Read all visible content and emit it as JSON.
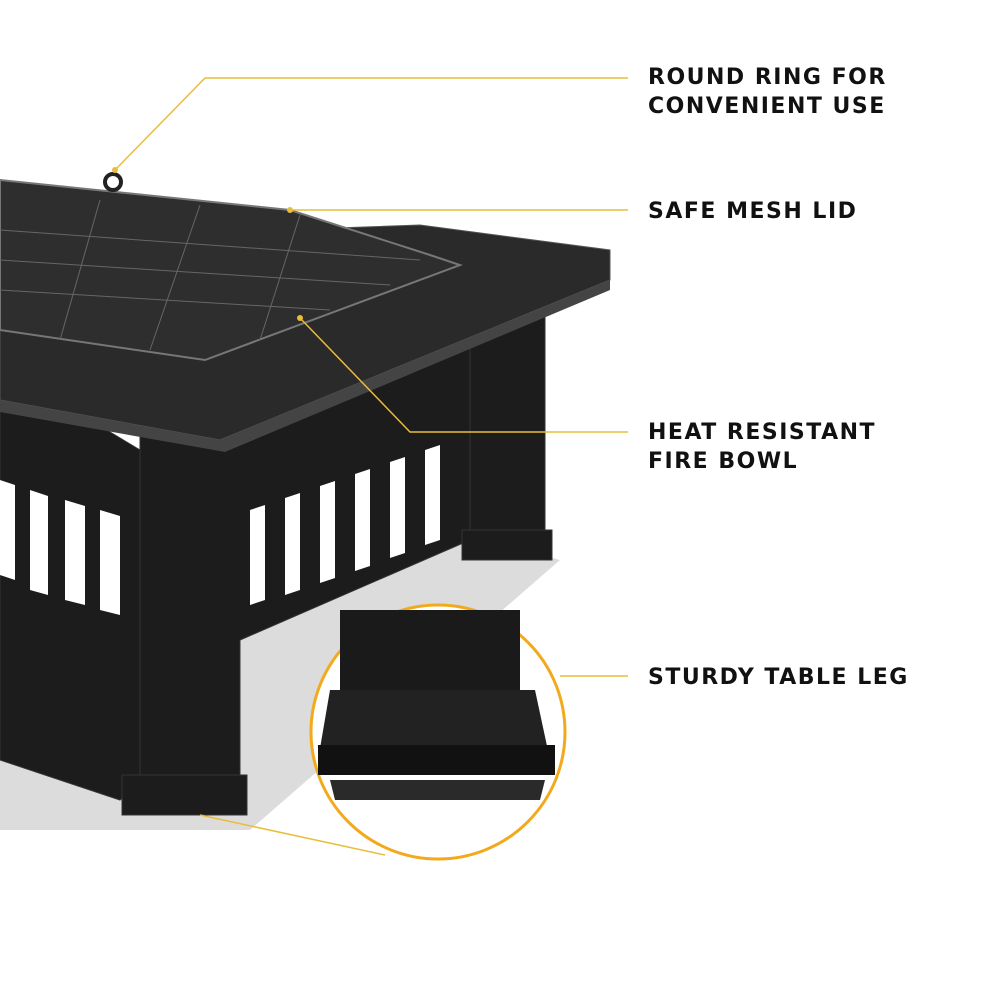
{
  "callouts": [
    {
      "line1": "ROUND RING FOR",
      "line2": "CONVENIENT USE"
    },
    {
      "line1": "SAFE MESH LID"
    },
    {
      "line1": "HEAT RESISTANT",
      "line2": "FIRE BOWL"
    },
    {
      "line1": "STURDY TABLE LEG"
    }
  ],
  "colors": {
    "leader": "#e9bd3a",
    "circle": "#f2aa1c",
    "product": "#1b1b1b",
    "shadow": "#d9d9d9"
  }
}
